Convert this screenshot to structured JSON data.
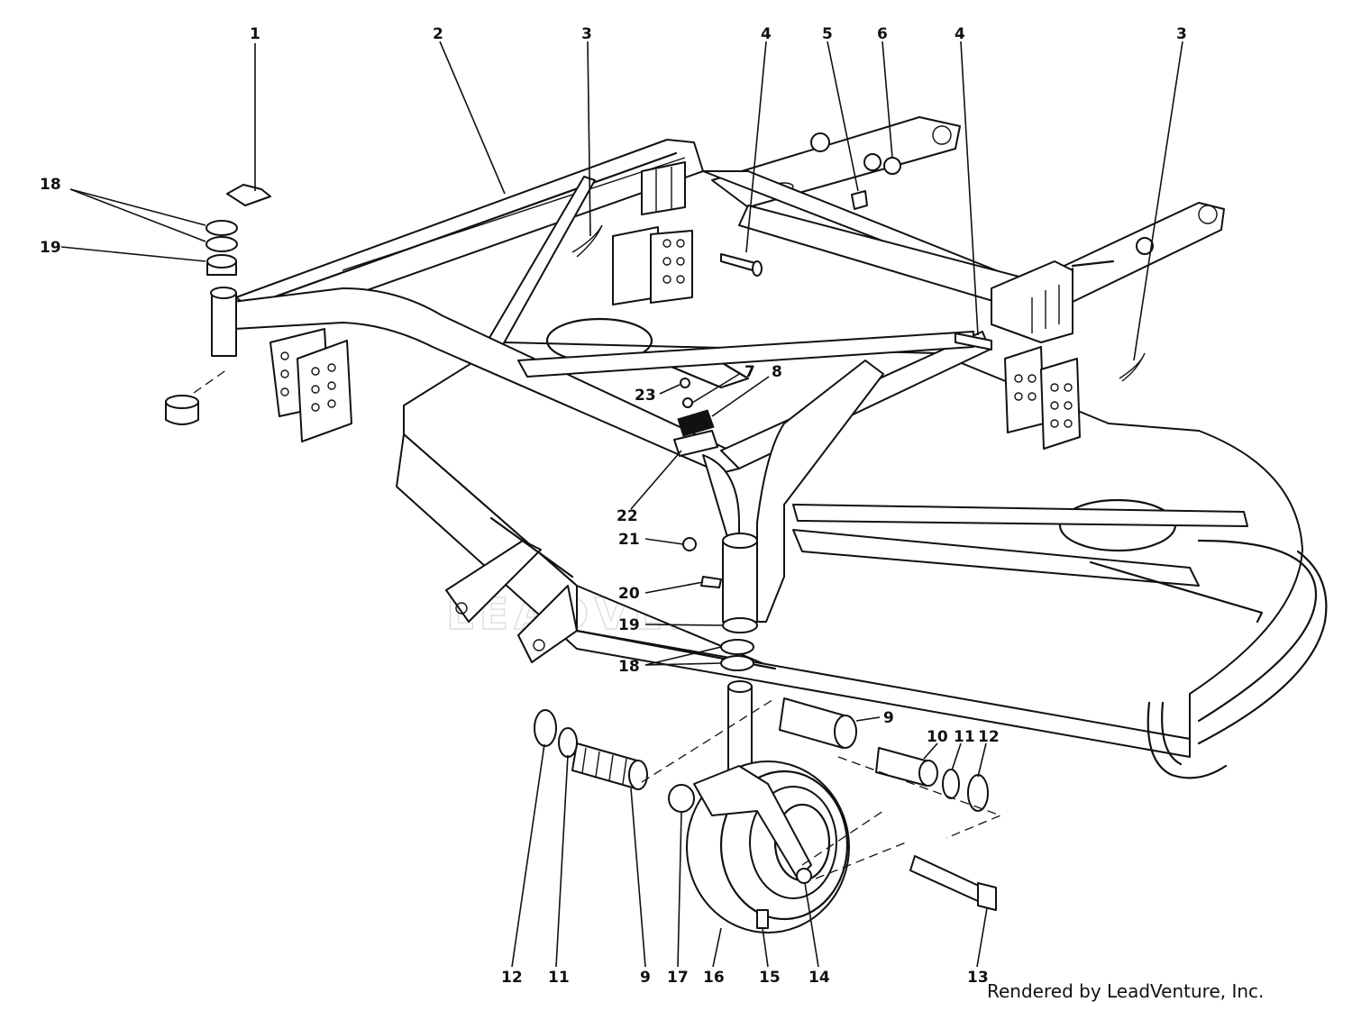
{
  "diagram": {
    "watermark": "LEADVENTURE",
    "credit": "Rendered by LeadVenture, Inc.",
    "callouts": [
      {
        "id": "c1",
        "label": "1"
      },
      {
        "id": "c2",
        "label": "2"
      },
      {
        "id": "c3a",
        "label": "3"
      },
      {
        "id": "c3b",
        "label": "3"
      },
      {
        "id": "c4a",
        "label": "4"
      },
      {
        "id": "c4b",
        "label": "4"
      },
      {
        "id": "c5",
        "label": "5"
      },
      {
        "id": "c6",
        "label": "6"
      },
      {
        "id": "c7",
        "label": "7"
      },
      {
        "id": "c8",
        "label": "8"
      },
      {
        "id": "c9a",
        "label": "9"
      },
      {
        "id": "c9b",
        "label": "9"
      },
      {
        "id": "c10",
        "label": "10"
      },
      {
        "id": "c11a",
        "label": "11"
      },
      {
        "id": "c11b",
        "label": "11"
      },
      {
        "id": "c12a",
        "label": "12"
      },
      {
        "id": "c12b",
        "label": "12"
      },
      {
        "id": "c13",
        "label": "13"
      },
      {
        "id": "c14",
        "label": "14"
      },
      {
        "id": "c15",
        "label": "15"
      },
      {
        "id": "c16",
        "label": "16"
      },
      {
        "id": "c17",
        "label": "17"
      },
      {
        "id": "c18a",
        "label": "18"
      },
      {
        "id": "c18b",
        "label": "18"
      },
      {
        "id": "c19a",
        "label": "19"
      },
      {
        "id": "c19b",
        "label": "19"
      },
      {
        "id": "c20",
        "label": "20"
      },
      {
        "id": "c21",
        "label": "21"
      },
      {
        "id": "c22",
        "label": "22"
      },
      {
        "id": "c23",
        "label": "23"
      }
    ]
  }
}
